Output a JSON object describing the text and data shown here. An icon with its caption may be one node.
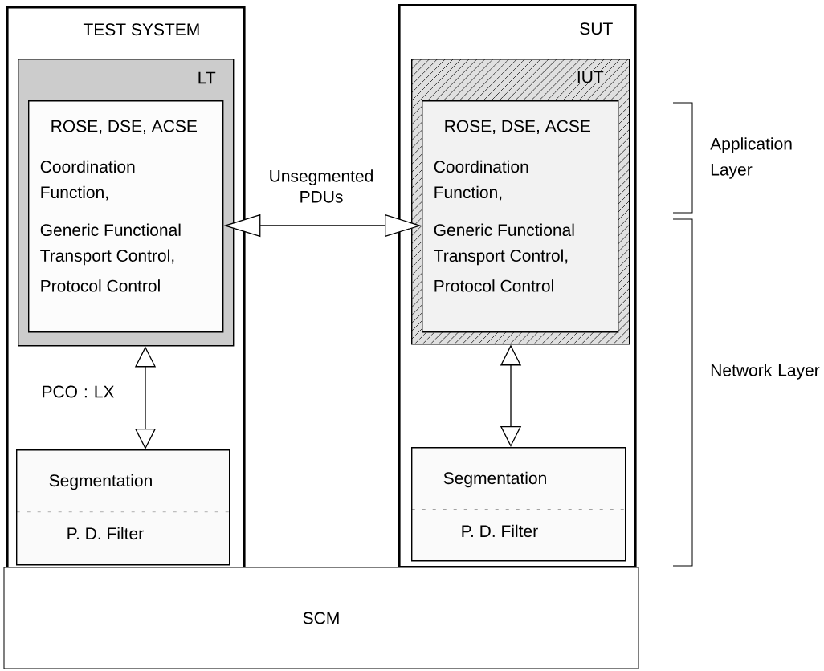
{
  "diagram": {
    "nodes": [
      {
        "text": [
          "TEST SYSTEM"
        ]
      },
      {
        "text": [
          "LT"
        ],
        "in": 0
      },
      {
        "text": [
          "ROSE, DSE, ACSE",
          "Coordination Function,",
          "Generic Functional Transport Control,",
          "Protocol Control"
        ],
        "in": 1
      },
      {
        "text": [
          "Segmentation",
          "P. D. Filter"
        ],
        "in": 0
      },
      {
        "text": [
          "SUT"
        ]
      },
      {
        "text": [
          "IUT"
        ],
        "in": 4
      },
      {
        "text": [
          "ROSE, DSE, ACSE",
          "Coordination Function,",
          "Generic Functional Transport Control,",
          "Protocol Control"
        ],
        "in": 5
      },
      {
        "text": [
          "Segmentation",
          "P. D. Filter"
        ],
        "in": 4
      },
      {
        "text": [
          "SCM"
        ]
      }
    ],
    "edges": [
      {
        "from": 2,
        "to": 6,
        "arrow": "both",
        "label": "Unsegmented PDUs"
      },
      {
        "from": 1,
        "to": 3,
        "arrow": "both",
        "label": "PCO : LX"
      },
      {
        "from": 5,
        "to": 7,
        "arrow": "both"
      }
    ],
    "labels": [
      "Application Layer",
      "Network Layer"
    ]
  }
}
